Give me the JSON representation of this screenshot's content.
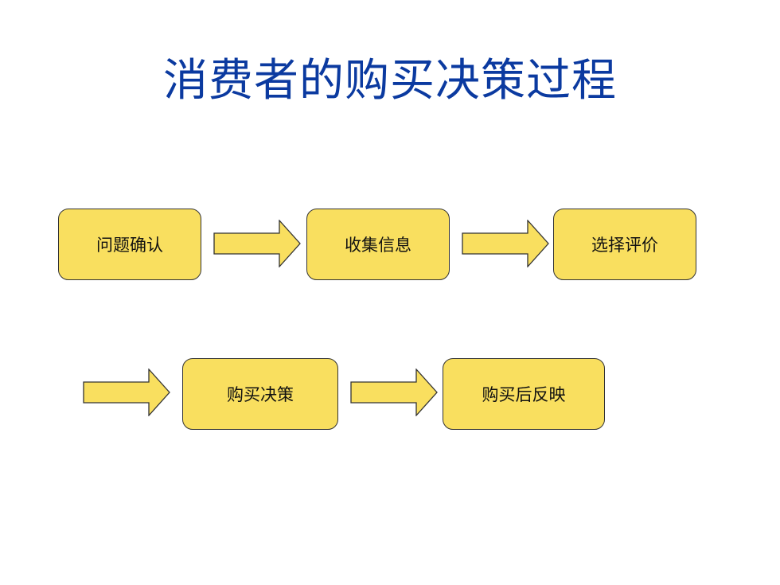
{
  "title": "消费者的购买决策过程",
  "steps": [
    {
      "label": "问题确认"
    },
    {
      "label": "收集信息"
    },
    {
      "label": "选择评价"
    },
    {
      "label": "购买决策"
    },
    {
      "label": "购买后反映"
    }
  ],
  "colors": {
    "title": "#0b3aa0",
    "box_fill": "#f9df5f",
    "box_border": "#333333",
    "arrow_fill": "#f9df5f"
  }
}
